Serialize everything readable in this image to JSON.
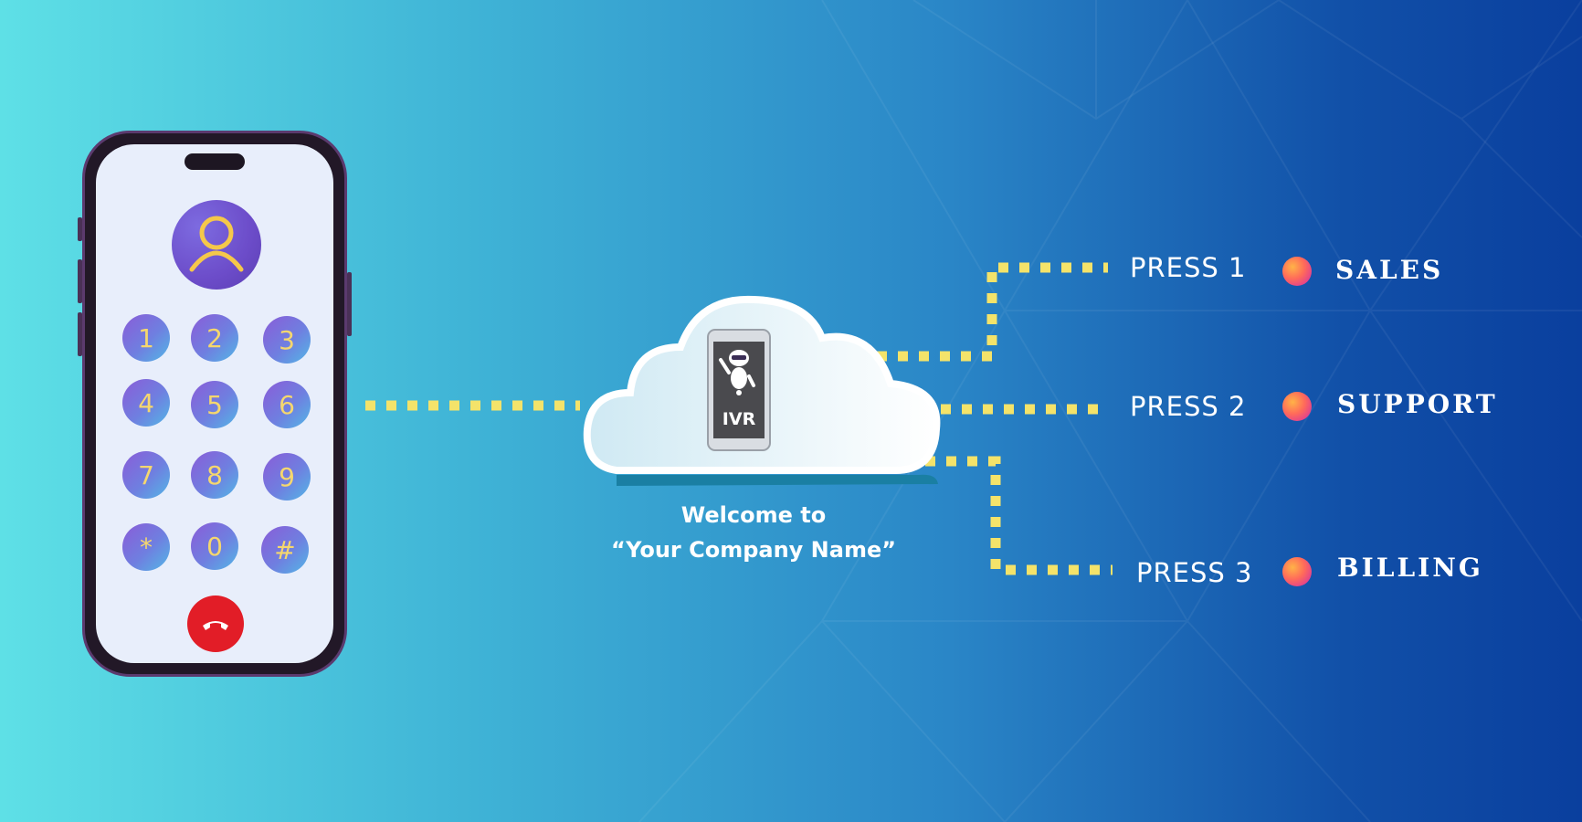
{
  "colors": {
    "connector": "#f4e36a",
    "key_text": "#f5d76e",
    "end_call": "#e21d27",
    "text": "#ffffff"
  },
  "phone": {
    "keys": [
      "1",
      "2",
      "3",
      "4",
      "5",
      "6",
      "7",
      "8",
      "9",
      "*",
      "0",
      "#"
    ]
  },
  "cloud": {
    "device_label": "IVR",
    "welcome_line1": "Welcome to",
    "welcome_line2": "“Your Company Name”"
  },
  "options": [
    {
      "press": "PRESS 1",
      "department": "SALES"
    },
    {
      "press": "PRESS 2",
      "department": "SUPPORT"
    },
    {
      "press": "PRESS 3",
      "department": "BILLING"
    }
  ]
}
